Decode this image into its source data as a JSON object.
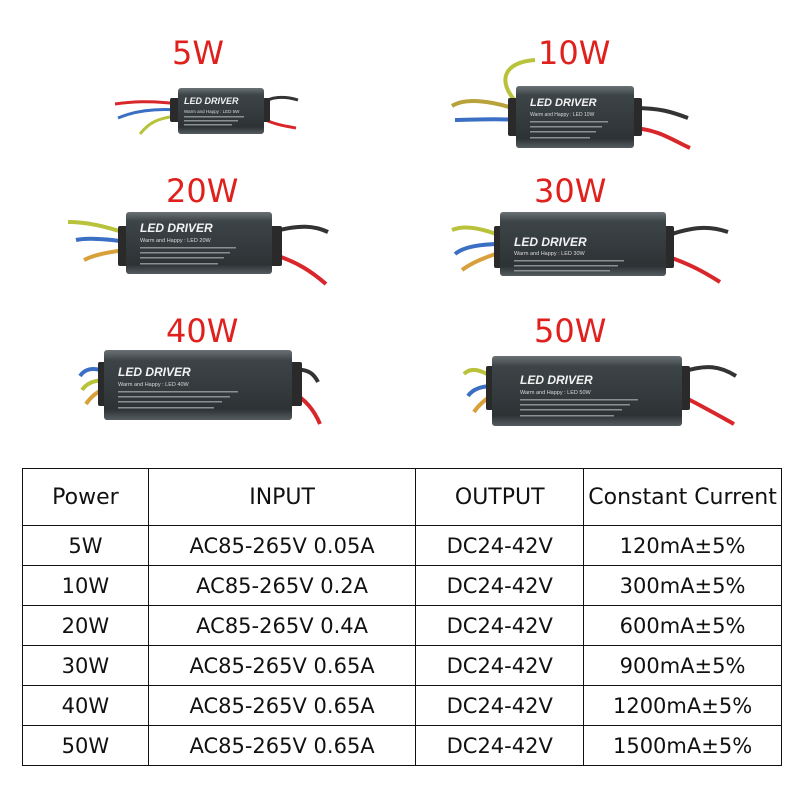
{
  "products": [
    {
      "label": "5W",
      "driver_title": "LED DRIVER",
      "model": "Warm and Happy : LED 5W"
    },
    {
      "label": "10W",
      "driver_title": "LED DRIVER",
      "model": "Warm and Happy : LED 10W"
    },
    {
      "label": "20W",
      "driver_title": "LED DRIVER",
      "model": "Warm and Happy : LED 20W"
    },
    {
      "label": "30W",
      "driver_title": "LED DRIVER",
      "model": "Warm and Happy : LED 30W"
    },
    {
      "label": "40W",
      "driver_title": "LED DRIVER",
      "model": "Warm and Happy : LED 40W"
    },
    {
      "label": "50W",
      "driver_title": "LED DRIVER",
      "model": "Warm and Happy : LED 50W"
    }
  ],
  "colors": {
    "label_red": "#e0201c",
    "wire_red": "#d8262b",
    "wire_black": "#333333",
    "wire_blue": "#3b6fc4",
    "wire_yellow_green": "#b8c23a",
    "housing": "#3a4043"
  },
  "table": {
    "headers": [
      "Power",
      "INPUT",
      "OUTPUT",
      "Constant Current"
    ],
    "rows": [
      [
        "5W",
        "AC85-265V 0.05A",
        "DC24-42V",
        "120mA±5%"
      ],
      [
        "10W",
        "AC85-265V 0.2A",
        "DC24-42V",
        "300mA±5%"
      ],
      [
        "20W",
        "AC85-265V 0.4A",
        "DC24-42V",
        "600mA±5%"
      ],
      [
        "30W",
        "AC85-265V 0.65A",
        "DC24-42V",
        "900mA±5%"
      ],
      [
        "40W",
        "AC85-265V 0.65A",
        "DC24-42V",
        "1200mA±5%"
      ],
      [
        "50W",
        "AC85-265V 0.65A",
        "DC24-42V",
        "1500mA±5%"
      ]
    ]
  }
}
